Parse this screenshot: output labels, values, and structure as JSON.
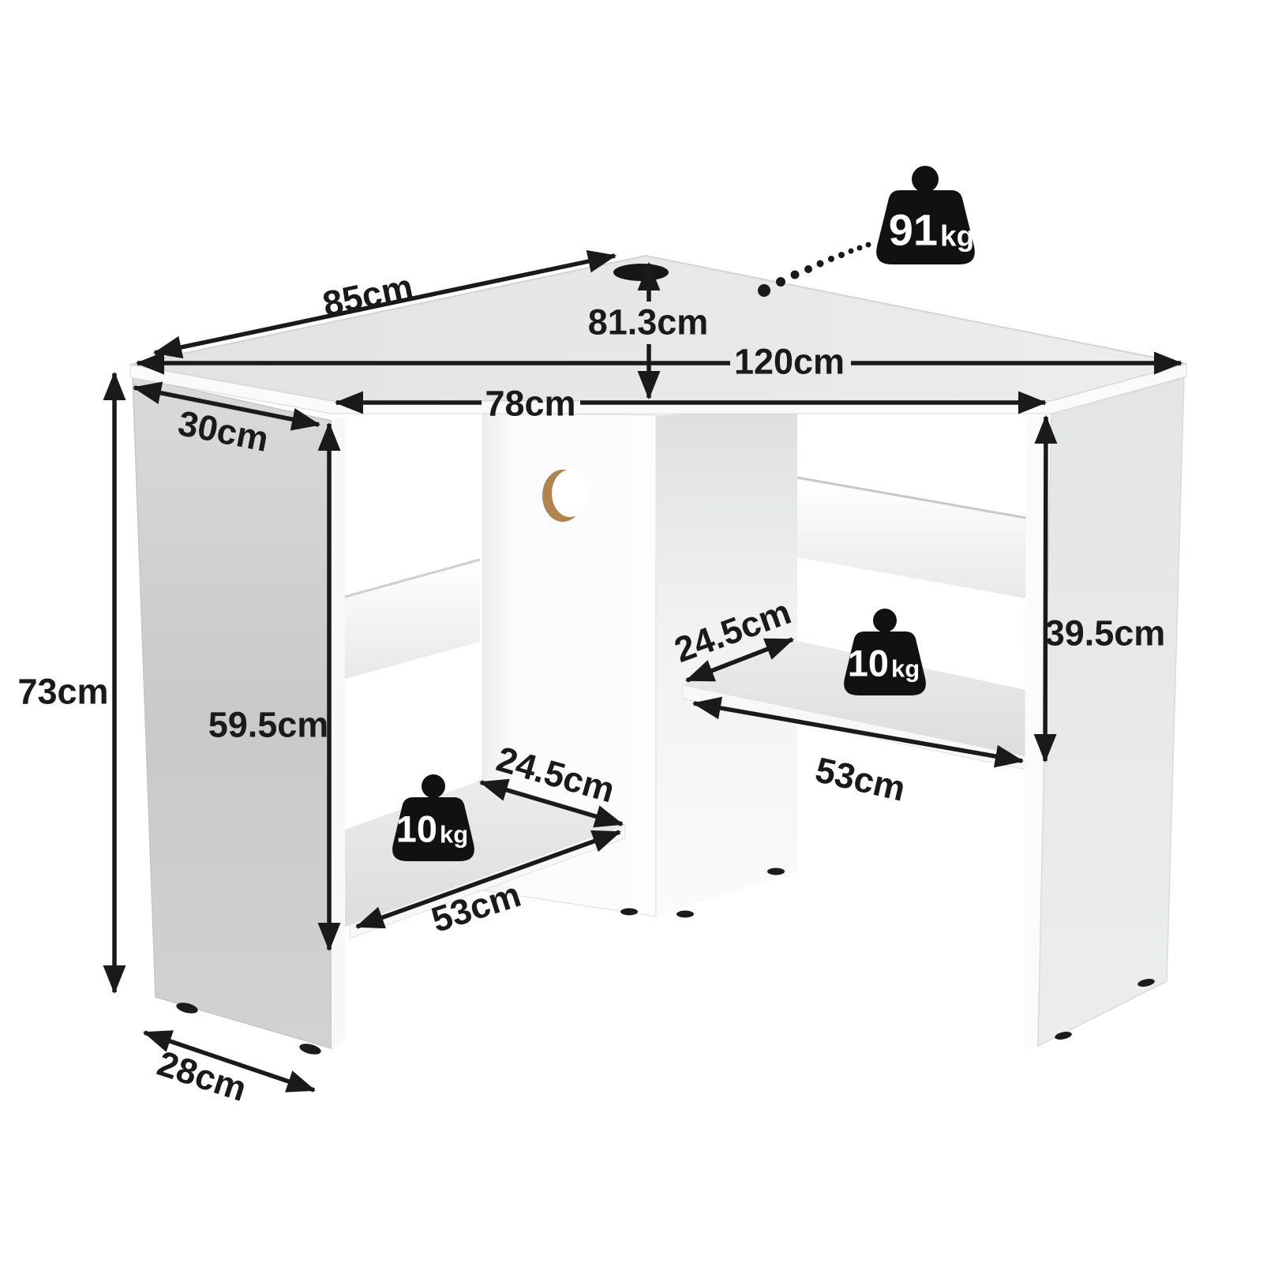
{
  "diagram_title": "corner computer desk dimension diagram",
  "dimension_labels": {
    "top_left_edge": "85cm",
    "corner_depth": "81.3cm",
    "overall_width": "120cm",
    "front_width": "78cm",
    "left_panel_top_depth": "30cm",
    "overall_height": "73cm",
    "left_opening_height": "59.5cm",
    "right_shelf_depth": "24.5cm",
    "right_shelf_width": "53cm",
    "right_opening_height": "39.5cm",
    "left_shelf_depth": "24.5cm",
    "left_shelf_width": "53cm",
    "left_panel_bottom_depth": "28cm"
  },
  "weight_capacities": {
    "desktop": {
      "value": "91",
      "unit": "kg"
    },
    "right_shelf": {
      "value": "10",
      "unit": "kg"
    },
    "left_shelf": {
      "value": "10",
      "unit": "kg"
    }
  },
  "colors": {
    "annotation": "#1a1a1a",
    "desk_top": "#e8e8e8",
    "left_panel": "#cdcdcd",
    "right_panel": "#e9eaea",
    "white_edge": "#fafafa",
    "cork_edge": "#b0834f",
    "background": "#ffffff"
  }
}
